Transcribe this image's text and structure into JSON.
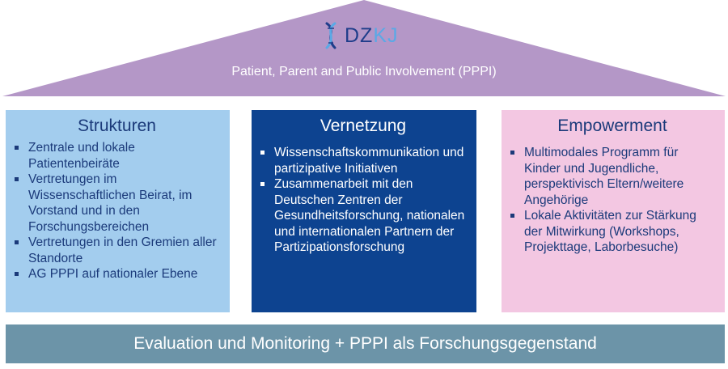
{
  "roof": {
    "logo_text_a": "DZ",
    "logo_text_b": "KJ",
    "subtitle": "Patient, Parent and Public Involvement (PPPI)",
    "color": "#b497c7"
  },
  "pillars": [
    {
      "title": "Strukturen",
      "items": [
        "Zentrale und lokale Patientenbeiräte",
        "Vertretungen im Wissenschaftlichen Beirat, im Vorstand und in den Forschungsbereichen",
        "Vertretungen in den Gremien aller Standorte",
        "AG PPPI auf nationaler Ebene"
      ],
      "color": "#a3cdee"
    },
    {
      "title": "Vernetzung",
      "items": [
        "Wissenschaftskommunikation und partizipative Initiativen",
        "Zusammenarbeit mit den Deutschen Zentren der Gesundheitsforschung, nationalen und internationalen Partnern der Partizipationsforschung"
      ],
      "color": "#0d4390"
    },
    {
      "title": "Empowerment",
      "items": [
        "Multimodales Programm für Kinder und Jugendliche, perspektivisch Eltern/weitere Angehörige",
        "Lokale Aktivitäten zur Stärkung der Mitwirkung (Workshops, Projekttage, Laborbesuche)"
      ],
      "color": "#f3c7e2"
    }
  ],
  "base": {
    "text": "Evaluation und Monitoring + PPPI als Forschungsgegenstand",
    "color": "#6c94a8"
  }
}
